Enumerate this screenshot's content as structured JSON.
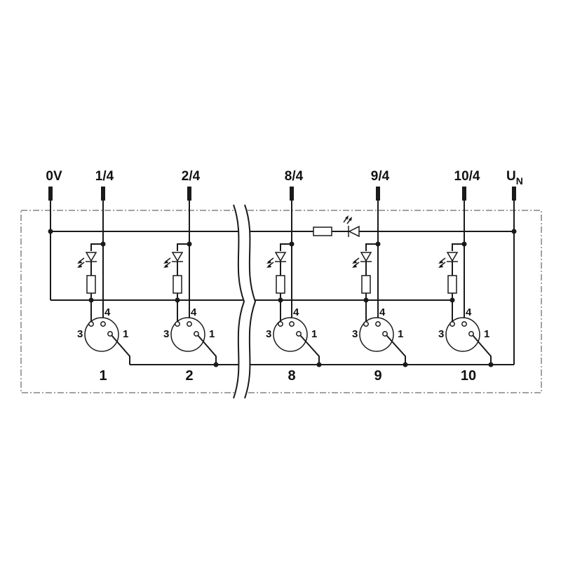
{
  "terminals": {
    "zero_v": "0V",
    "s1": "1/4",
    "s2": "2/4",
    "s8": "8/4",
    "s9": "9/4",
    "s10": "10/4",
    "un_main": "U",
    "un_sub": "N"
  },
  "connectors": [
    {
      "number": "1",
      "pin4": "4",
      "pin3": "3",
      "pin1": "1"
    },
    {
      "number": "2",
      "pin4": "4",
      "pin3": "3",
      "pin1": "1"
    },
    {
      "number": "8",
      "pin4": "4",
      "pin3": "3",
      "pin1": "1"
    },
    {
      "number": "9",
      "pin4": "4",
      "pin3": "3",
      "pin1": "1"
    },
    {
      "number": "10",
      "pin4": "4",
      "pin3": "3",
      "pin1": "1"
    }
  ],
  "icons": {
    "led": "led-icon",
    "resistor": "resistor-icon",
    "diode": "diode-icon",
    "connector": "m12-connector-icon"
  },
  "colors": {
    "line": "#1a1a1a",
    "frame": "#444444",
    "background": "#ffffff"
  }
}
